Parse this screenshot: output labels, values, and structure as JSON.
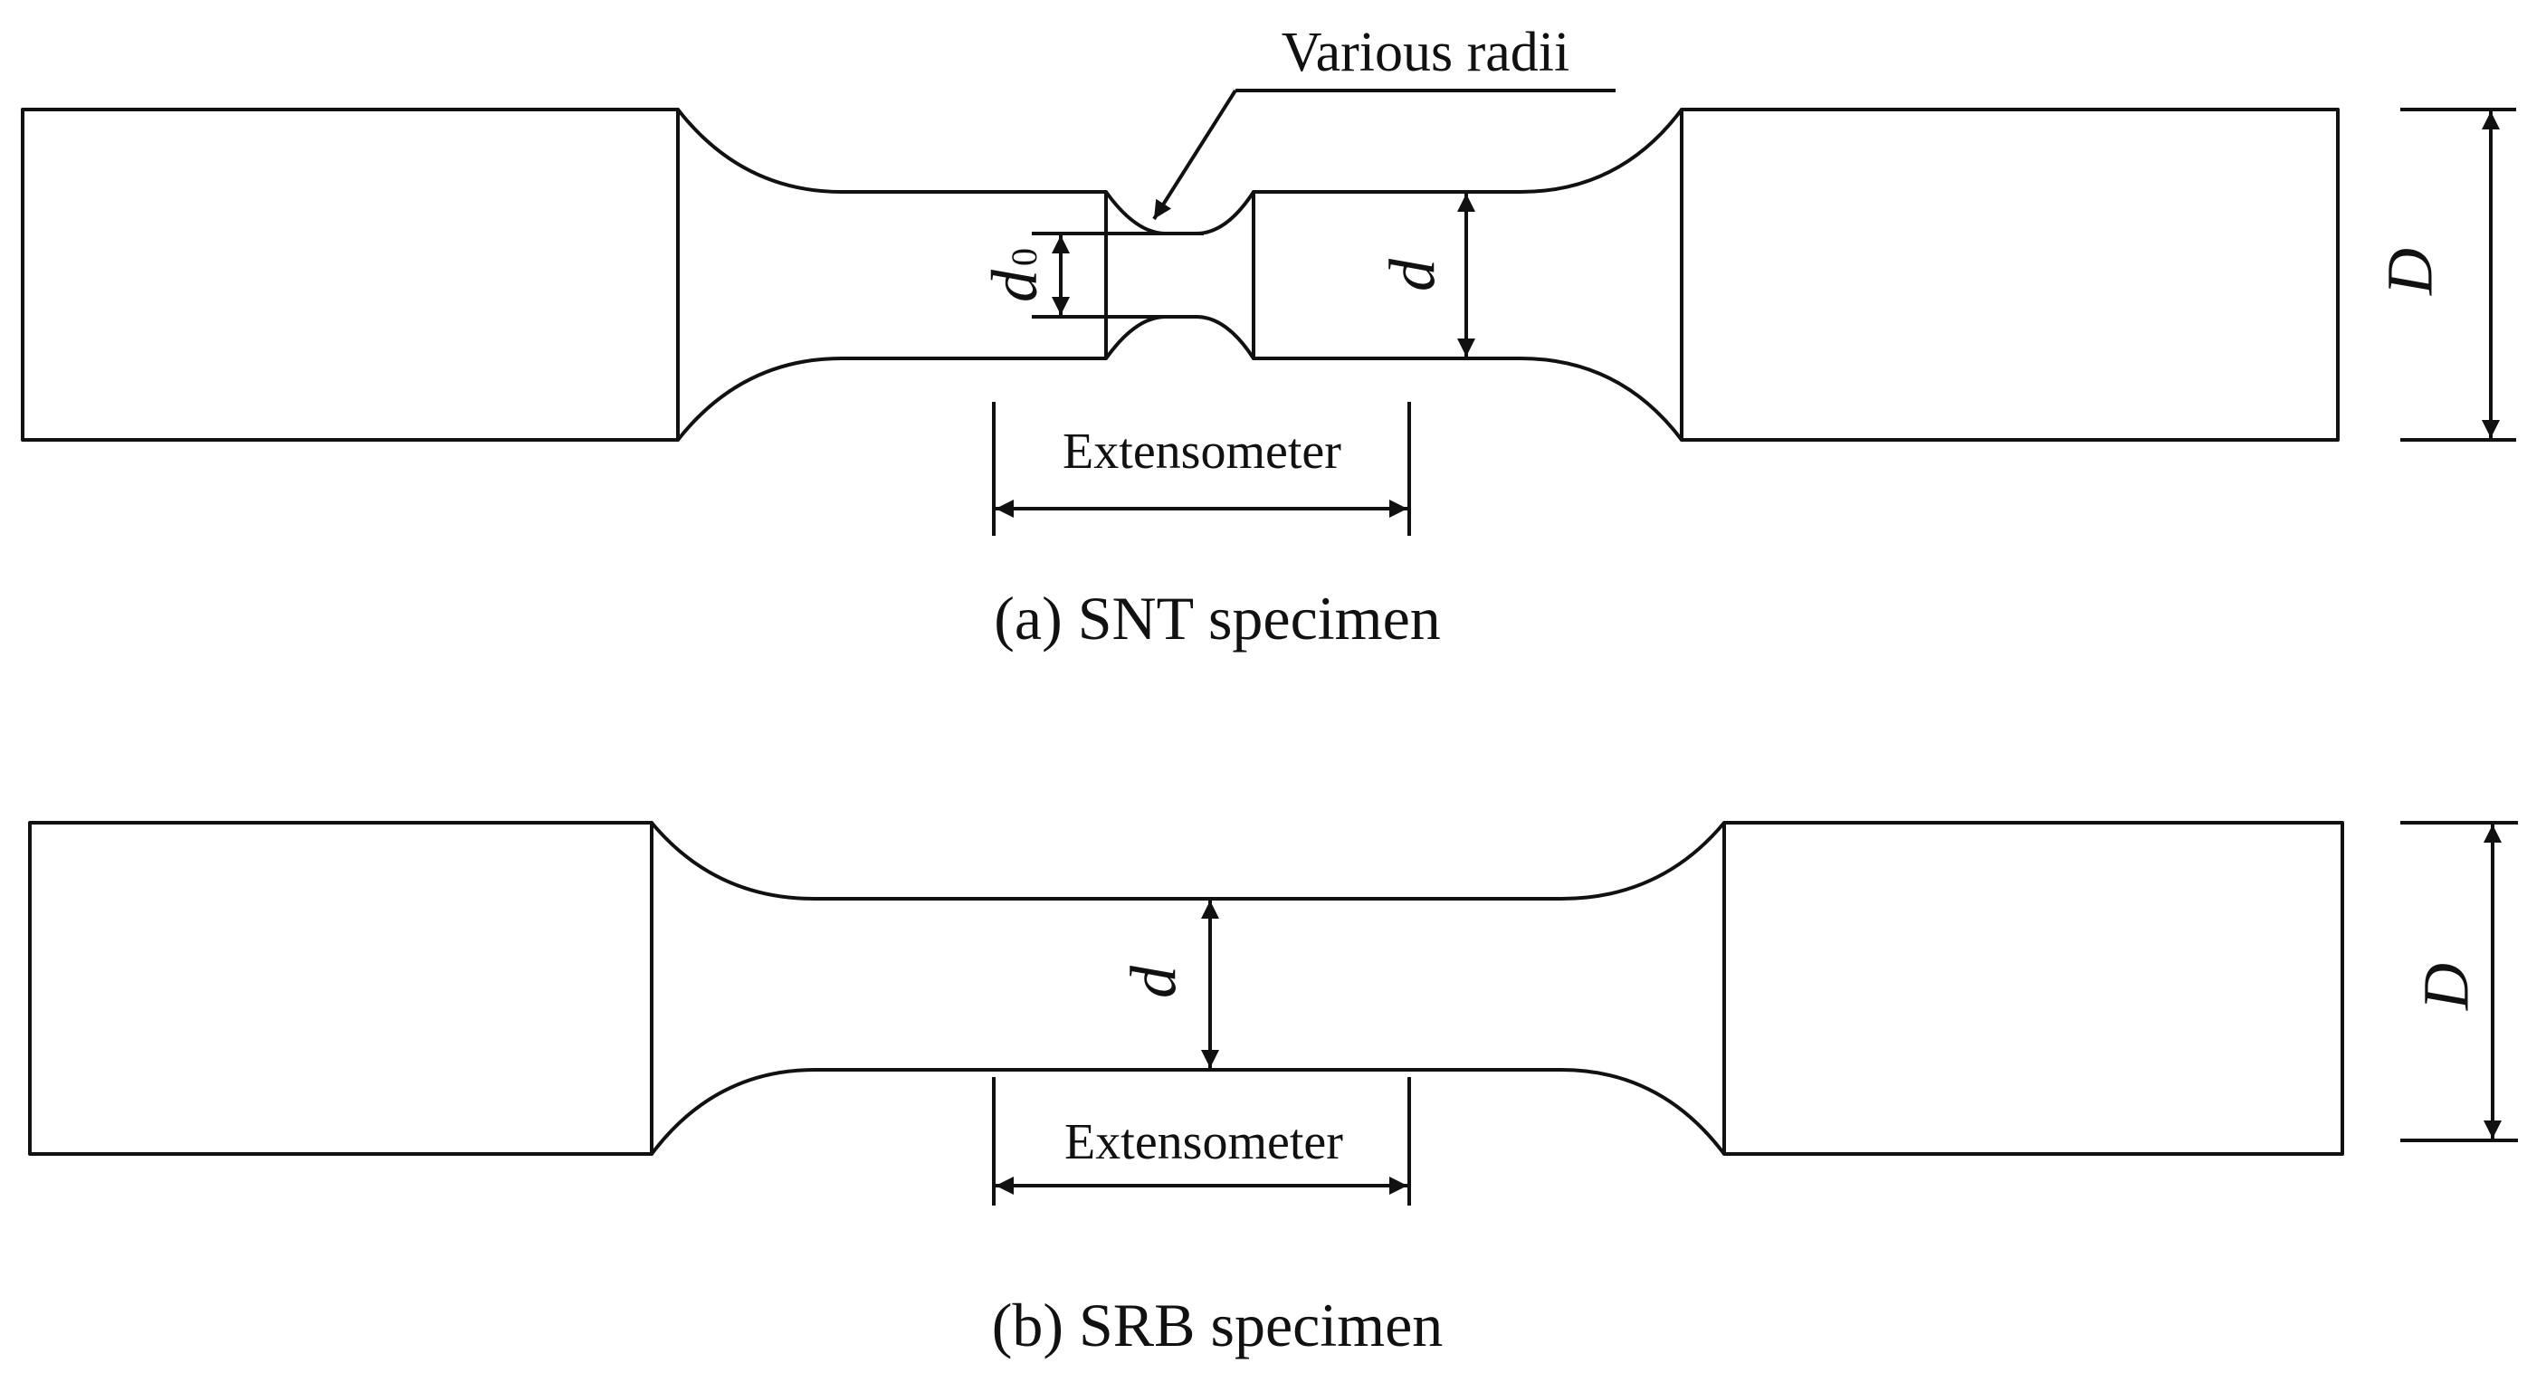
{
  "figure": {
    "panel_a": {
      "caption": "(a) SNT specimen",
      "callout": "Various radii",
      "notch_diameter_symbol": "d",
      "notch_diameter_subscript": "0",
      "gauge_diameter_symbol": "d",
      "grip_diameter_symbol": "D",
      "extensometer_label": "Extensometer"
    },
    "panel_b": {
      "caption": "(b) SRB specimen",
      "gauge_diameter_symbol": "d",
      "grip_diameter_symbol": "D",
      "extensometer_label": "Extensometer"
    }
  },
  "colors": {
    "line": "#111111",
    "background": "#ffffff"
  }
}
